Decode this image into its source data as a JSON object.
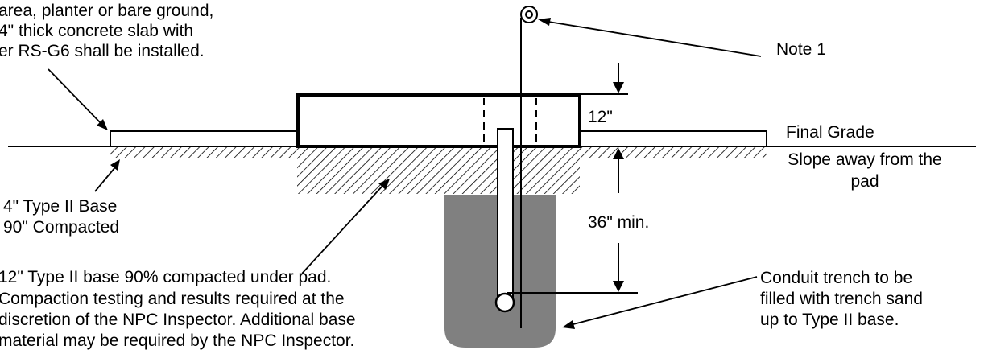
{
  "labels": {
    "paving_note": [
      "area, planter or bare ground,",
      "4\" thick concrete slab with",
      "er RS-G6 shall be installed."
    ],
    "note1": "Note 1",
    "pad_height": "12\"",
    "final_grade": "Final Grade",
    "slope": [
      "Slope away from the",
      "pad"
    ],
    "base_4in": [
      "4\" Type II Base",
      "90\" Compacted"
    ],
    "depth": "36\" min.",
    "base_12in": [
      "12\" Type II base 90% compacted under pad.",
      "Compaction testing and results required at the",
      "discretion of the NPC Inspector. Additional base",
      "material may be required by the NPC Inspector."
    ],
    "trench": [
      "Conduit trench to be",
      "filled with trench sand",
      "up to Type II base."
    ]
  },
  "colors": {
    "trench_fill": "#808080",
    "line": "#000000",
    "hatch": "#000000"
  }
}
